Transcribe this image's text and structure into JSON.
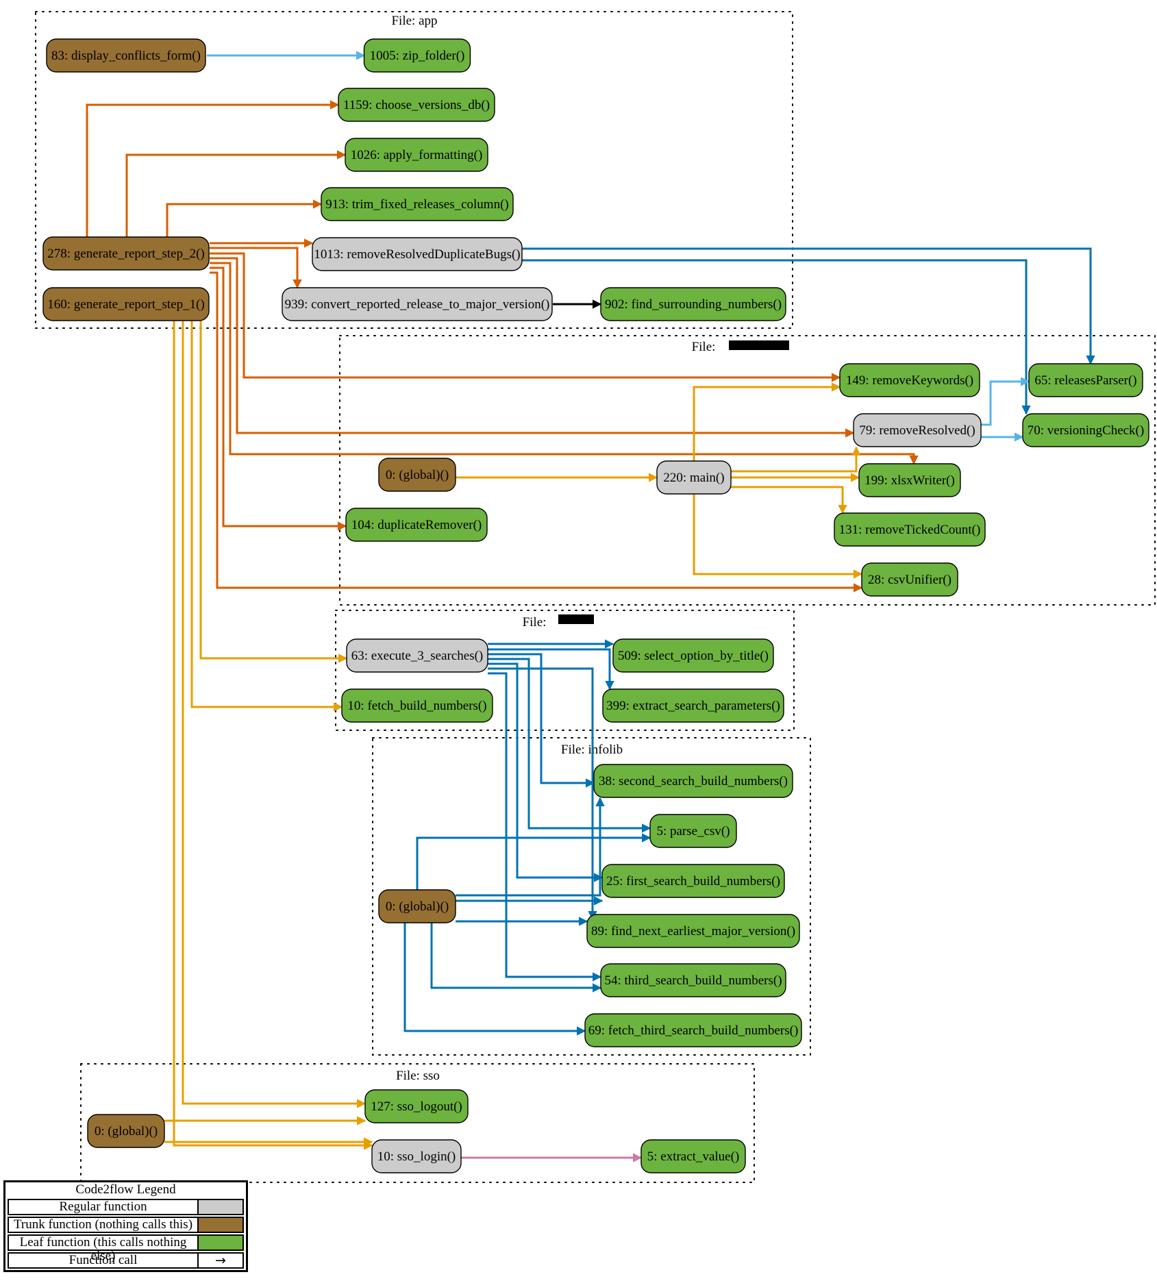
{
  "colors": {
    "regular": "#cccccc",
    "trunk": "#966f33",
    "leaf": "#6db33f",
    "orange_dark": "#d55e00",
    "orange": "#e69f00",
    "blue": "#0072b2",
    "light_blue": "#56b4e9",
    "pink": "#cc79a7",
    "black": "#000000"
  },
  "clusters": [
    {
      "id": "app",
      "label": "File: app"
    },
    {
      "id": "bug",
      "label": "File: "
    },
    {
      "id": "search",
      "label": "File: "
    },
    {
      "id": "infolib",
      "label": "File: infolib"
    },
    {
      "id": "sso",
      "label": "File: sso"
    }
  ],
  "nodes": [
    {
      "id": "app_83",
      "label": "83: display_conflicts_form()",
      "kind": "trunk"
    },
    {
      "id": "app_1005",
      "label": "1005: zip_folder()",
      "kind": "leaf"
    },
    {
      "id": "app_1159",
      "label": "1159: choose_versions_db()",
      "kind": "leaf"
    },
    {
      "id": "app_1026",
      "label": "1026: apply_formatting()",
      "kind": "leaf"
    },
    {
      "id": "app_913",
      "label": "913: trim_fixed_releases_column()",
      "kind": "leaf"
    },
    {
      "id": "app_278",
      "label": "278: generate_report_step_2()",
      "kind": "trunk"
    },
    {
      "id": "app_1013",
      "label": "1013: removeResolvedDuplicateBugs()",
      "kind": "regular"
    },
    {
      "id": "app_160",
      "label": "160: generate_report_step_1()",
      "kind": "trunk"
    },
    {
      "id": "app_939",
      "label": "939: convert_reported_release_to_major_version()",
      "kind": "regular"
    },
    {
      "id": "app_902",
      "label": "902: find_surrounding_numbers()",
      "kind": "leaf"
    },
    {
      "id": "bug_149",
      "label": "149: removeKeywords()",
      "kind": "leaf"
    },
    {
      "id": "bug_65",
      "label": "65: releasesParser()",
      "kind": "leaf"
    },
    {
      "id": "bug_79",
      "label": "79: removeResolved()",
      "kind": "regular"
    },
    {
      "id": "bug_70",
      "label": "70: versioningCheck()",
      "kind": "leaf"
    },
    {
      "id": "bug_0",
      "label": "0: (global)()",
      "kind": "trunk"
    },
    {
      "id": "bug_220",
      "label": "220: main()",
      "kind": "regular"
    },
    {
      "id": "bug_199",
      "label": "199: xlsxWriter()",
      "kind": "leaf"
    },
    {
      "id": "bug_104",
      "label": "104: duplicateRemover()",
      "kind": "leaf"
    },
    {
      "id": "bug_131",
      "label": "131: removeTickedCount()",
      "kind": "leaf"
    },
    {
      "id": "bug_28",
      "label": "28: csvUnifier()",
      "kind": "leaf"
    },
    {
      "id": "se_63",
      "label": "63: execute_3_searches()",
      "kind": "regular"
    },
    {
      "id": "se_509",
      "label": "509: select_option_by_title()",
      "kind": "leaf"
    },
    {
      "id": "se_10",
      "label": "10: fetch_build_numbers()",
      "kind": "leaf"
    },
    {
      "id": "se_399",
      "label": "399: extract_search_parameters()",
      "kind": "leaf"
    },
    {
      "id": "il_38",
      "label": "38: second_search_build_numbers()",
      "kind": "leaf"
    },
    {
      "id": "il_5",
      "label": "5: parse_csv()",
      "kind": "leaf"
    },
    {
      "id": "il_25",
      "label": "25: first_search_build_numbers()",
      "kind": "leaf"
    },
    {
      "id": "il_0",
      "label": "0: (global)()",
      "kind": "trunk"
    },
    {
      "id": "il_89",
      "label": "89: find_next_earliest_major_version()",
      "kind": "leaf"
    },
    {
      "id": "il_54",
      "label": "54: third_search_build_numbers()",
      "kind": "leaf"
    },
    {
      "id": "il_69",
      "label": "69: fetch_third_search_build_numbers()",
      "kind": "leaf"
    },
    {
      "id": "sso_127",
      "label": "127: sso_logout()",
      "kind": "leaf"
    },
    {
      "id": "sso_0",
      "label": "0: (global)()",
      "kind": "trunk"
    },
    {
      "id": "sso_10",
      "label": "10: sso_login()",
      "kind": "regular"
    },
    {
      "id": "sso_5",
      "label": "5: extract_value()",
      "kind": "leaf"
    }
  ],
  "edges": [
    {
      "from": "app_83",
      "to": "app_1005",
      "color": "light_blue"
    },
    {
      "from": "app_278",
      "to": "app_1159",
      "color": "orange_dark"
    },
    {
      "from": "app_278",
      "to": "app_1026",
      "color": "orange_dark"
    },
    {
      "from": "app_278",
      "to": "app_913",
      "color": "orange_dark"
    },
    {
      "from": "app_278",
      "to": "app_1013",
      "color": "orange_dark"
    },
    {
      "from": "app_278",
      "to": "app_939",
      "color": "orange_dark"
    },
    {
      "from": "app_278",
      "to": "bug_149",
      "color": "orange_dark"
    },
    {
      "from": "app_278",
      "to": "bug_79",
      "color": "orange_dark"
    },
    {
      "from": "app_278",
      "to": "bug_199",
      "color": "orange_dark"
    },
    {
      "from": "app_278",
      "to": "bug_104",
      "color": "orange_dark"
    },
    {
      "from": "app_278",
      "to": "bug_28",
      "color": "orange_dark"
    },
    {
      "from": "app_939",
      "to": "app_902",
      "color": "black"
    },
    {
      "from": "app_1013",
      "to": "bug_65",
      "color": "blue"
    },
    {
      "from": "app_1013",
      "to": "bug_70",
      "color": "blue"
    },
    {
      "from": "bug_79",
      "to": "bug_65",
      "color": "light_blue"
    },
    {
      "from": "bug_79",
      "to": "bug_70",
      "color": "light_blue"
    },
    {
      "from": "bug_0",
      "to": "bug_220",
      "color": "orange"
    },
    {
      "from": "bug_220",
      "to": "bug_149",
      "color": "orange"
    },
    {
      "from": "bug_220",
      "to": "bug_79",
      "color": "orange"
    },
    {
      "from": "bug_220",
      "to": "bug_199",
      "color": "orange"
    },
    {
      "from": "bug_220",
      "to": "bug_131",
      "color": "orange"
    },
    {
      "from": "bug_220",
      "to": "bug_28",
      "color": "orange"
    },
    {
      "from": "app_160",
      "to": "se_63",
      "color": "orange"
    },
    {
      "from": "app_160",
      "to": "se_10",
      "color": "orange"
    },
    {
      "from": "app_160",
      "to": "sso_127",
      "color": "orange"
    },
    {
      "from": "app_160",
      "to": "sso_10",
      "color": "orange"
    },
    {
      "from": "se_63",
      "to": "se_509",
      "color": "blue"
    },
    {
      "from": "se_63",
      "to": "se_399",
      "color": "blue"
    },
    {
      "from": "se_63",
      "to": "il_38",
      "color": "blue"
    },
    {
      "from": "se_63",
      "to": "il_5",
      "color": "blue"
    },
    {
      "from": "se_63",
      "to": "il_25",
      "color": "blue"
    },
    {
      "from": "se_63",
      "to": "il_89",
      "color": "blue"
    },
    {
      "from": "se_63",
      "to": "il_54",
      "color": "blue"
    },
    {
      "from": "il_0",
      "to": "il_5",
      "color": "blue"
    },
    {
      "from": "il_0",
      "to": "il_38",
      "color": "blue"
    },
    {
      "from": "il_0",
      "to": "il_25",
      "color": "blue"
    },
    {
      "from": "il_0",
      "to": "il_89",
      "color": "blue"
    },
    {
      "from": "il_0",
      "to": "il_54",
      "color": "blue"
    },
    {
      "from": "il_0",
      "to": "il_69",
      "color": "blue"
    },
    {
      "from": "sso_0",
      "to": "sso_127",
      "color": "orange"
    },
    {
      "from": "sso_0",
      "to": "sso_10",
      "color": "orange"
    },
    {
      "from": "sso_10",
      "to": "sso_5",
      "color": "pink"
    }
  ],
  "legend": {
    "title": "Code2flow Legend",
    "rows": [
      {
        "label": "Regular function",
        "kind": "regular",
        "symbol": ""
      },
      {
        "label": "Trunk function (nothing calls this)",
        "kind": "trunk",
        "symbol": ""
      },
      {
        "label": "Leaf function (this calls nothing else)",
        "kind": "leaf",
        "symbol": ""
      },
      {
        "label": "Function call",
        "kind": "call",
        "symbol": "→"
      }
    ]
  }
}
